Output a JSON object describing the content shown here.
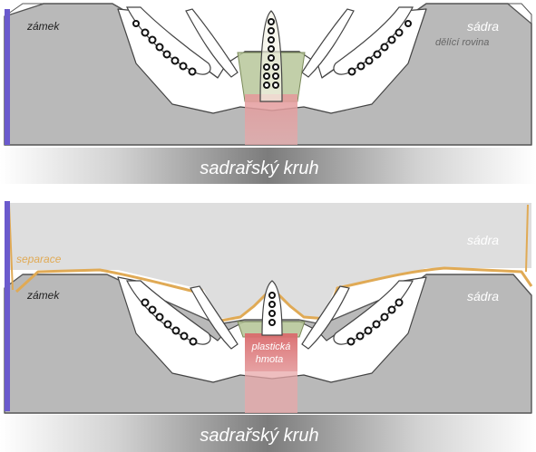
{
  "panel_top": {
    "lock_label": "zámek",
    "plaster_label": "sádra",
    "parting_plane_label": "dělící rovina",
    "ring_label": "sadrařský kruh"
  },
  "panel_bottom": {
    "separation_label": "separace",
    "lock_label": "zámek",
    "plaster_upper_label": "sádra",
    "plaster_lower_label": "sádra",
    "plastic_line1": "plastická",
    "plastic_line2": "hmota",
    "ring_label": "sadrařský kruh"
  },
  "colors": {
    "plaster": "#b9b9b9",
    "plaster_upper": "#dedede",
    "side_bar": "#6a5acd",
    "separation": "#e0aa55",
    "wax_green": "#b7c79a",
    "plastic_red": "#d9696b"
  }
}
